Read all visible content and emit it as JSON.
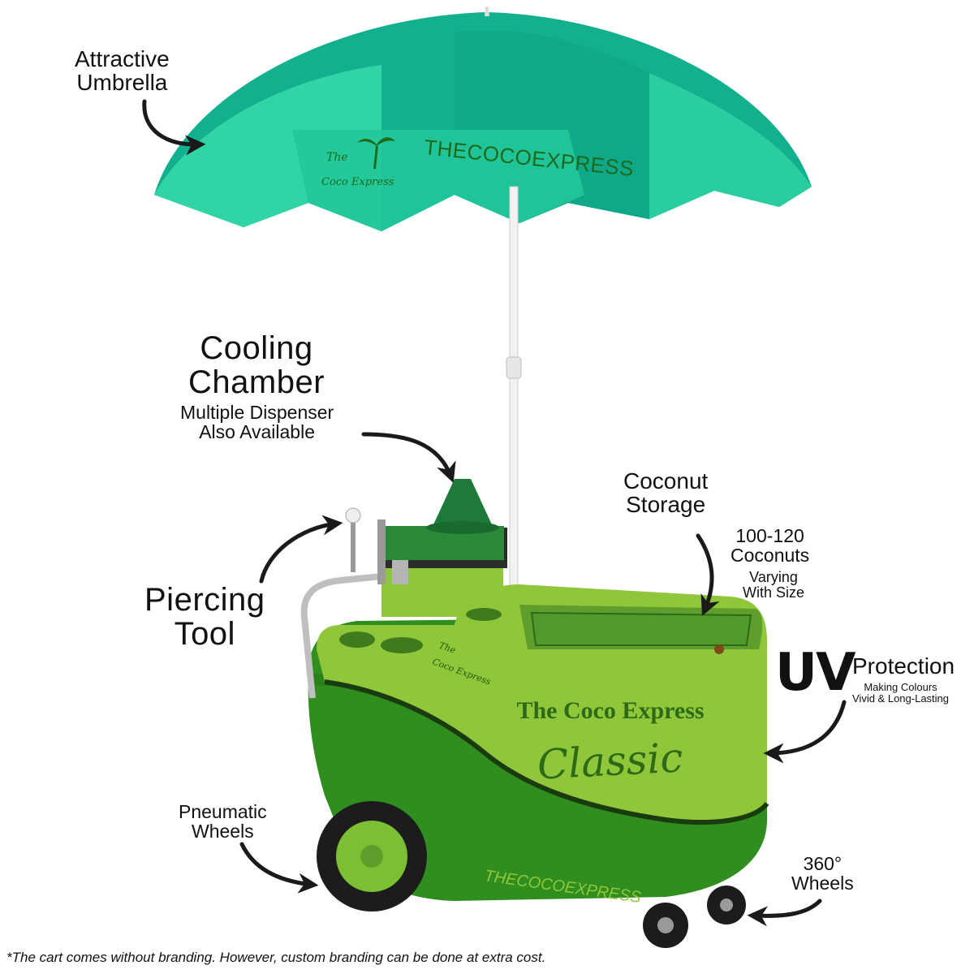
{
  "colors": {
    "umbrella_light": "#2fd5a3",
    "umbrella_dark": "#0fa98a",
    "cart_lime": "#8fc63a",
    "cart_green": "#2f8e1e",
    "cart_dark": "#1f6f14",
    "brand_text": "#2d6a18",
    "arrow": "#1a1a1a"
  },
  "umbrella": {
    "brand_top": "The",
    "brand_bottom": "Coco Express",
    "brand_wordmark": "THECOCOEXPRESS"
  },
  "cart": {
    "brand_line": "The Coco Express",
    "model": "Classic",
    "side_wordmark": "THECOCOEXPRESS",
    "small_brand_top": "The",
    "small_brand_bottom": "Coco Express"
  },
  "labels": {
    "umbrella": [
      "Attractive",
      "Umbrella"
    ],
    "cooling_title": [
      "Cooling",
      "Chamber"
    ],
    "cooling_sub": [
      "Multiple Dispenser",
      "Also Available"
    ],
    "coconut_title": [
      "Coconut",
      "Storage"
    ],
    "coconut_count": [
      "100-120",
      "Coconuts"
    ],
    "coconut_note": [
      "Varying",
      "With Size"
    ],
    "piercing": [
      "Piercing",
      "Tool"
    ],
    "uv_big": "UV",
    "uv_word": "Protection",
    "uv_sub": [
      "Making Colours",
      "Vivid & Long-Lasting"
    ],
    "pneumatic": [
      "Pneumatic",
      "Wheels"
    ],
    "wheels360": [
      "360°",
      "Wheels"
    ]
  },
  "footnote": "*The cart comes without branding. However, custom branding can be done at extra cost."
}
